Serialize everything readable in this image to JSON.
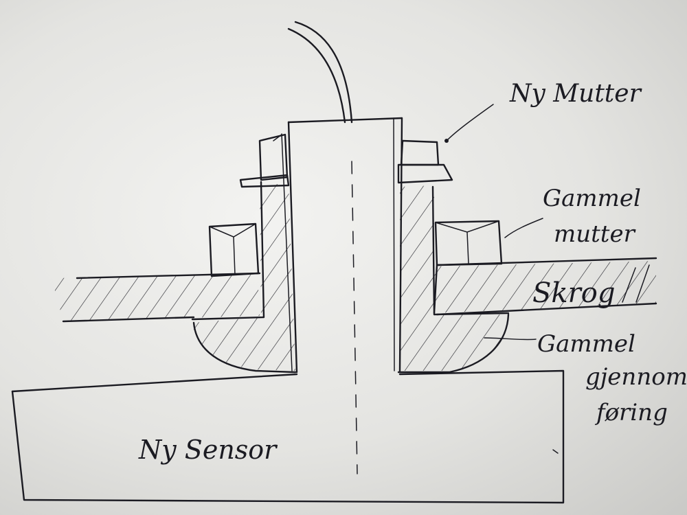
{
  "labels": {
    "new_nut": "Ny Mutter",
    "old_nut_line1": "Gammel",
    "old_nut_line2": "mutter",
    "hull": "Skrog",
    "old_thruhull_line1": "Gammel",
    "old_thruhull_line2": "gjennom",
    "old_thruhull_line3": "føring",
    "new_sensor": "Ny Sensor"
  },
  "colors": {
    "ink": "#1b1b22",
    "paper": "#f3f3f1"
  }
}
